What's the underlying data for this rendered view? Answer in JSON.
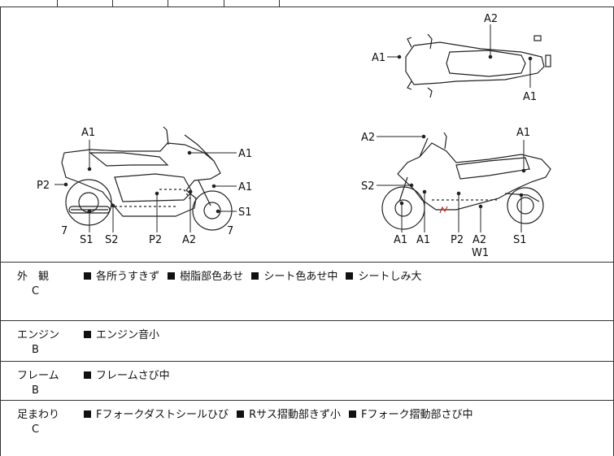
{
  "diagram": {
    "side_left_labels": {
      "a1_top": "A1",
      "p2_left": "P2",
      "a1_r1": "A1",
      "a1_r2": "A1",
      "s1_r": "S1",
      "seven_l": "7",
      "seven_r": "7",
      "bottom": [
        "S1",
        "S2",
        "P2",
        "A2"
      ]
    },
    "side_right_labels": {
      "a2_top": "A2",
      "a1_top": "A1",
      "s2_left": "S2",
      "bottom": [
        "A1",
        "A1",
        "P2",
        "A2",
        "S1"
      ],
      "w1": "W1"
    },
    "top_view_labels": {
      "a1_left": "A1",
      "a2_top": "A2",
      "a1_bottom": "A1"
    }
  },
  "inspection": [
    {
      "name": "外　観",
      "grade": "C",
      "items": [
        "各所うすきず",
        "樹脂部色あせ",
        "シート色あせ中",
        "シートしみ大"
      ]
    },
    {
      "name": "エンジン",
      "grade": "B",
      "items": [
        "エンジン音小"
      ]
    },
    {
      "name": "フレーム",
      "grade": "B",
      "items": [
        "フレームさび中"
      ]
    },
    {
      "name": "足まわり",
      "grade": "C",
      "items": [
        "Fフォークダストシールひび",
        "Rサス摺動部きず小",
        "Fフォーク摺動部さび中"
      ]
    }
  ]
}
